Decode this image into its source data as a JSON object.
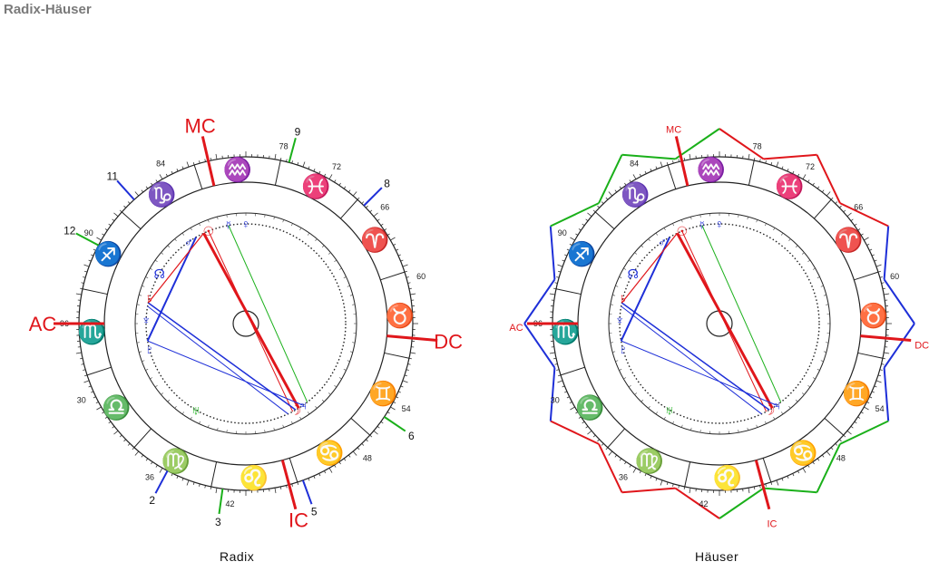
{
  "title": "Radix-Häuser",
  "colors": {
    "fire": "#e0161b",
    "earth": "#1ab01a",
    "air": "#e8d800",
    "water": "#1e2fd8",
    "aspect_red": "#e0161b",
    "aspect_blue": "#1e2fd8",
    "aspect_green": "#1ab01a",
    "axis_red": "#e0161b"
  },
  "charts": [
    {
      "caption": "Radix",
      "axes": {
        "ac": "AC",
        "dc": "DC",
        "mc": "MC",
        "ic": "IC"
      },
      "house_numbers": [
        "2",
        "3",
        "5",
        "6",
        "8",
        "9",
        "11",
        "12"
      ],
      "degree_labels": [
        "78",
        "72",
        "66",
        "60",
        "54",
        "48",
        "42",
        "36",
        "30",
        "96",
        "90",
        "84"
      ],
      "signs": [
        "sagittarius",
        "capricorn",
        "aquarius",
        "pisces",
        "aries",
        "taurus",
        "gemini",
        "cancer",
        "leo",
        "virgo",
        "libra",
        "scorpio"
      ],
      "planets": [
        "sun",
        "mercury",
        "venus",
        "mars",
        "jupiter",
        "saturn",
        "uranus",
        "neptune",
        "pluto",
        "moon",
        "node"
      ]
    },
    {
      "caption": "Häuser",
      "axes": {
        "ac": "AC",
        "dc": "DC",
        "mc": "MC",
        "ic": "IC"
      },
      "degree_labels": [
        "78",
        "72",
        "66",
        "60",
        "54",
        "48",
        "42",
        "36",
        "30",
        "96",
        "90",
        "84"
      ],
      "signs": [
        "sagittarius",
        "capricorn",
        "aquarius",
        "pisces",
        "aries",
        "taurus",
        "gemini",
        "cancer",
        "leo",
        "virgo",
        "libra",
        "scorpio"
      ],
      "planets": [
        "sun",
        "mercury",
        "venus",
        "mars",
        "jupiter",
        "saturn",
        "uranus",
        "neptune",
        "pluto",
        "moon",
        "node"
      ]
    }
  ]
}
